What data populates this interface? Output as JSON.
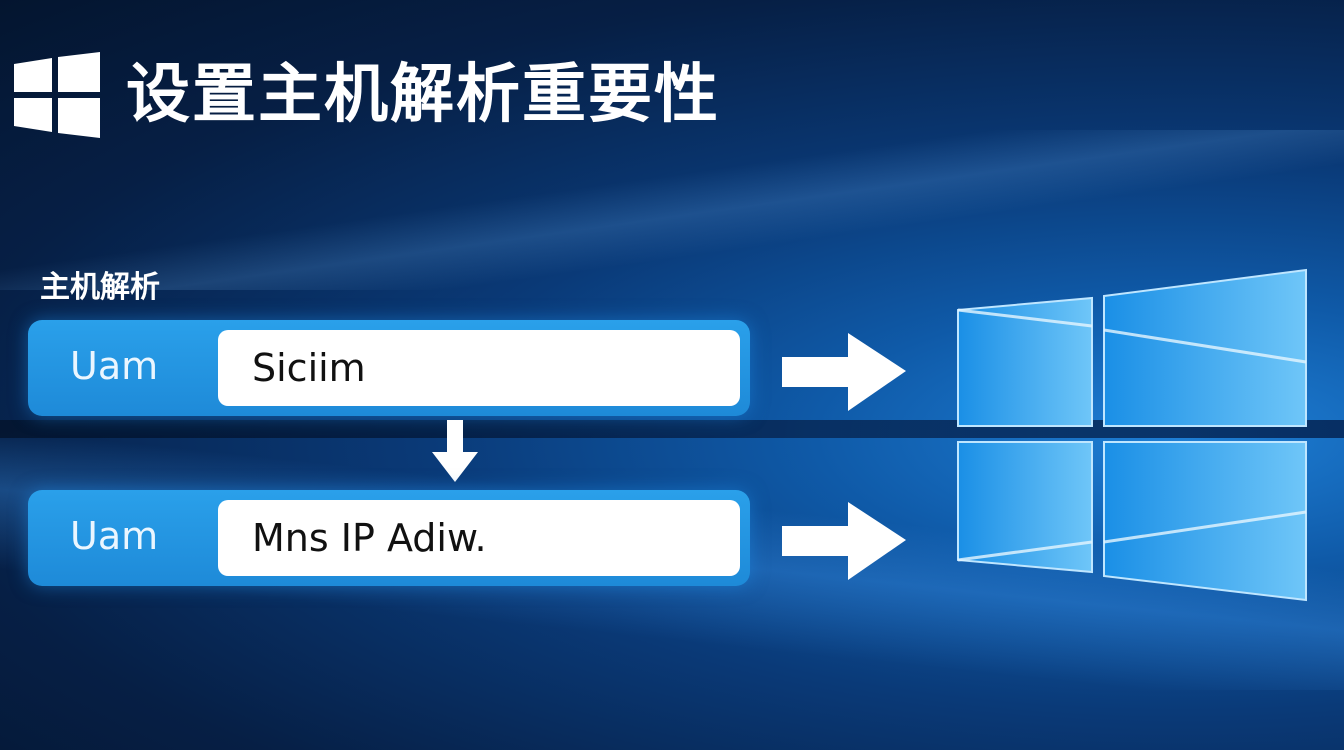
{
  "header": {
    "title": "设置主机解析重要性",
    "logo_icon": "windows-logo-icon"
  },
  "section": {
    "label": "主机解析"
  },
  "rows": [
    {
      "label": "Uam",
      "value": "Siciim"
    },
    {
      "label": "Uam",
      "value": "Mns IP Adiw."
    }
  ],
  "icons": {
    "down_arrow": "arrow-down-icon",
    "right_arrow": "arrow-right-icon",
    "windows_hero": "windows-logo-icon"
  },
  "colors": {
    "background_dark": "#061f45",
    "background_glow": "#1e7fd6",
    "row_blue": "#2aa0ea",
    "input_bg": "#ffffff",
    "text_white": "#ffffff",
    "text_dark": "#111111"
  }
}
